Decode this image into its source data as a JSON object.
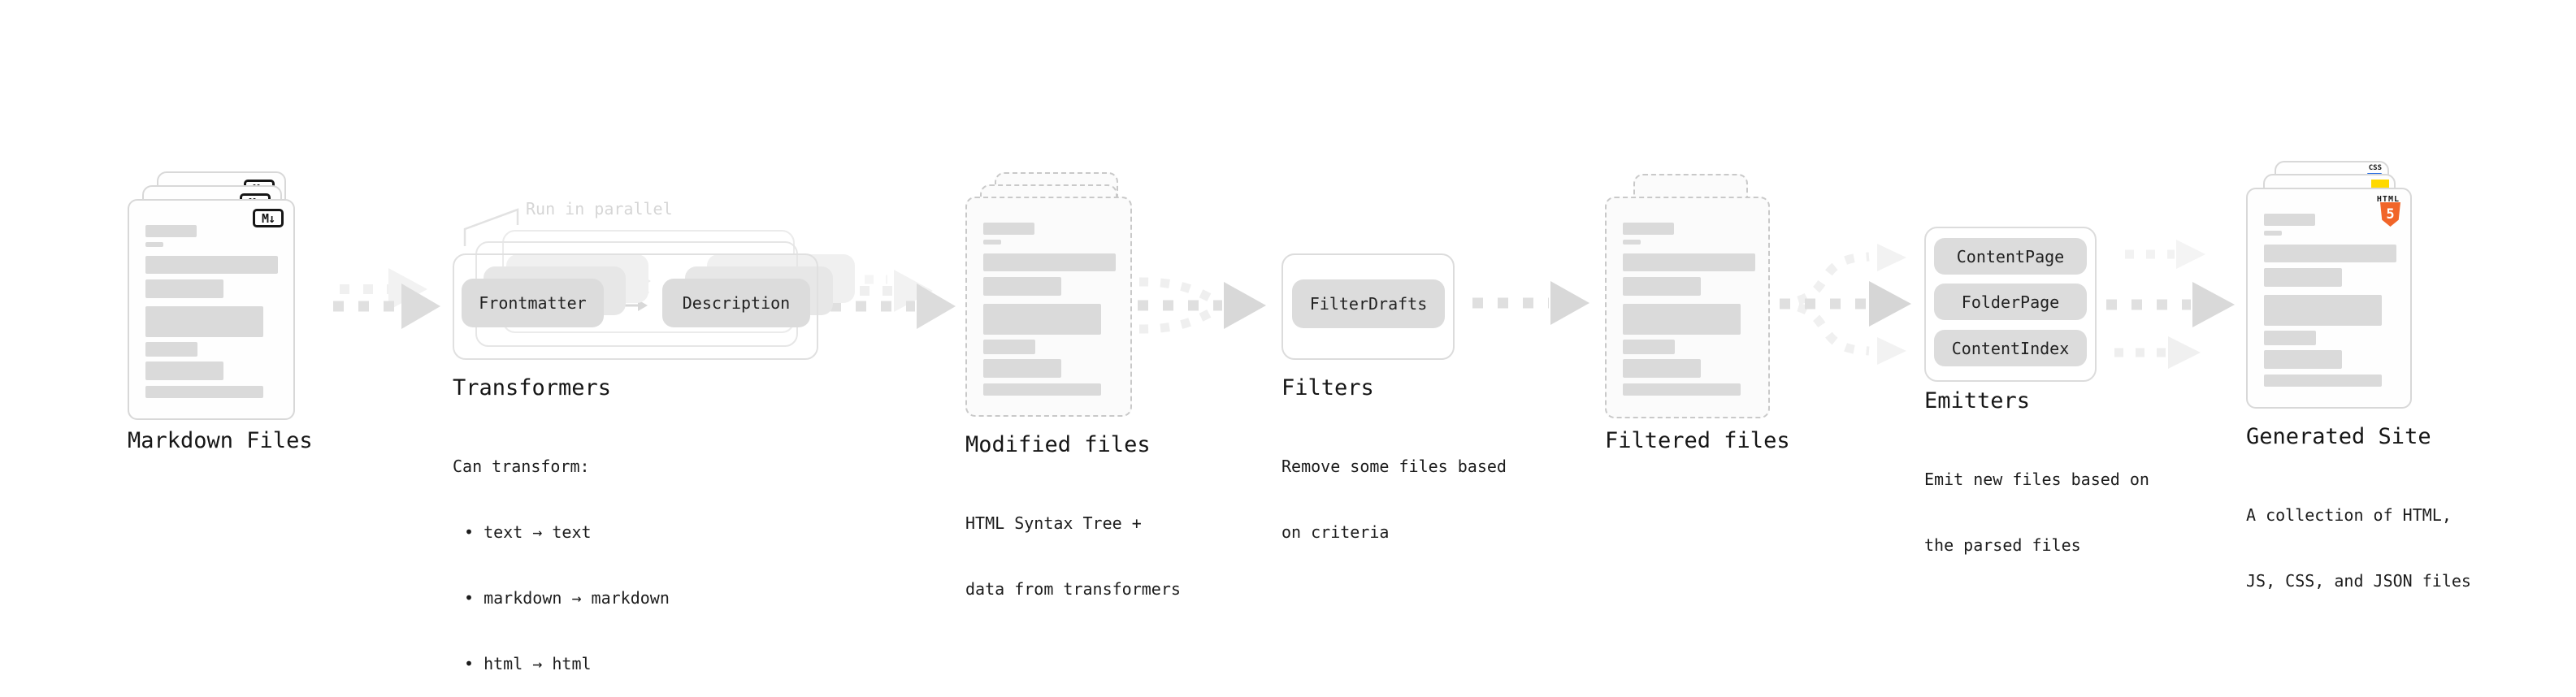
{
  "stages": {
    "markdown": {
      "label": "Markdown Files",
      "badge": "M↓"
    },
    "transformers": {
      "label": "Transformers",
      "note": "Run in parallel",
      "input_pill": "Frontmatter",
      "output_pill": "Description",
      "desc": [
        "Can transform:",
        "• text → text",
        "• markdown → markdown",
        "• html → html"
      ]
    },
    "modified": {
      "label": "Modified files",
      "desc": [
        "HTML Syntax Tree +",
        "data from transformers"
      ]
    },
    "filters": {
      "label": "Filters",
      "pill": "FilterDrafts",
      "desc": [
        "Remove some files based",
        "on criteria"
      ]
    },
    "filtered": {
      "label": "Filtered files"
    },
    "emitters": {
      "label": "Emitters",
      "pills": [
        "ContentPage",
        "FolderPage",
        "ContentIndex"
      ],
      "desc": [
        "Emit new files based on",
        "the parsed files"
      ]
    },
    "generated": {
      "label": "Generated Site",
      "badges": {
        "css": "CSS",
        "html": "HTML",
        "html5": "5"
      },
      "desc": [
        "A collection of HTML,",
        "JS, CSS, and JSON files"
      ]
    }
  },
  "colors": {
    "css_blue": "#2b6fe3",
    "js_yellow": "#ffd900",
    "html_orange": "#f16529",
    "arrow_gray": "#dcdcdc"
  }
}
